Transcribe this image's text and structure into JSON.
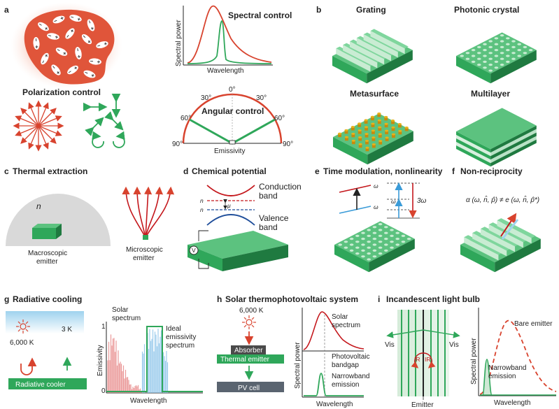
{
  "panel_a": {
    "letter": "a",
    "spectral_title": "Spectral control",
    "spectral_ylabel": "Spectral power",
    "spectral_xlabel": "Wavelength",
    "polarization_title": "Polarization control",
    "angular_title": "Angular control",
    "angular_xlabel": "Emissivity",
    "angle_labels": [
      "0°",
      "30°",
      "30°",
      "60°",
      "60°",
      "90°",
      "90°"
    ]
  },
  "panel_b": {
    "letter": "b",
    "grating": "Grating",
    "photonic_crystal": "Photonic crystal",
    "metasurface": "Metasurface",
    "multilayer": "Multilayer"
  },
  "panel_c": {
    "letter": "c",
    "title": "Thermal extraction",
    "n_label": "n",
    "macroscopic": [
      "Macroscopic",
      "emitter"
    ],
    "microscopic": [
      "Microscopic",
      "emitter"
    ]
  },
  "panel_d": {
    "letter": "d",
    "title": "Chemical potential",
    "conduction": [
      "Conduction",
      "band"
    ],
    "valence": [
      "Valence",
      "band"
    ],
    "ne": "n",
    "nh": "n",
    "mu": "μ",
    "voltage": "V"
  },
  "panel_e": {
    "letter": "e",
    "title": "Time modulation, nonlinearity",
    "omega2": "ω",
    "omega1": "ω",
    "omega": "ω",
    "three_omega": "3ω"
  },
  "panel_f": {
    "letter": "f",
    "title": "Non-reciprocity",
    "equation": "α (ω, n̂, p̂) ≠ e (ω, n̂, p̂*)"
  },
  "panel_g": {
    "letter": "g",
    "title": "Radiative cooling",
    "sun_temp": "6,000 K",
    "sky_temp": "3 K",
    "cooler": "Radiative cooler",
    "solar_spectrum": [
      "Solar",
      "spectrum"
    ],
    "ideal": [
      "Ideal",
      "emissivity",
      "spectrum"
    ],
    "ylabel": "Emissivity",
    "xlabel": "Wavelength",
    "yticks": [
      "1",
      "0"
    ]
  },
  "panel_h": {
    "letter": "h",
    "title": "Solar thermophotovoltaic system",
    "sun_temp": "6,000 K",
    "absorber": "Absorber",
    "thermal_emitter": "Thermal emitter",
    "pv_cell": "PV cell",
    "solar_spectrum": [
      "Solar",
      "spectrum"
    ],
    "pv_bandgap": [
      "Photovoltaic",
      "bandgap"
    ],
    "narrowband": [
      "Narrowband",
      "emission"
    ],
    "ylabel": "Spectral power",
    "xlabel": "Wavelength"
  },
  "panel_i": {
    "letter": "i",
    "title": "Incandescent light bulb",
    "vis_left": "Vis",
    "vis_right": "Vis",
    "ir1": "IR",
    "ir2": "IR",
    "emitter": "Emitter",
    "bare_emitter": "Bare emitter",
    "narrowband": [
      "Narrowband",
      "emission"
    ],
    "ylabel": "Spectral power",
    "xlabel": "Wavelength"
  },
  "colors": {
    "green": "#2fa75a",
    "green_dark": "#1f7a40",
    "red": "#d8432e",
    "blue": "#1f4e9a",
    "light_blue": "#7fc3e6",
    "gold": "#e8b21b"
  }
}
